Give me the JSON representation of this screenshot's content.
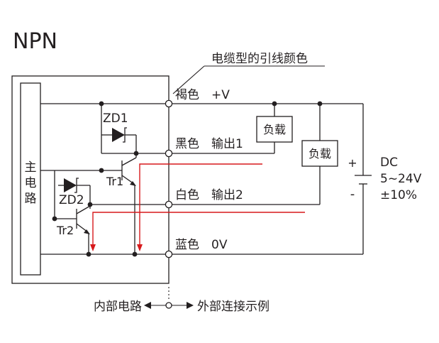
{
  "title": "NPN",
  "cable_label": "电缆型的引线颜色",
  "main_circuit_label": [
    "主",
    "电",
    "路"
  ],
  "terminals": [
    {
      "color": "褐色",
      "signal": "+V"
    },
    {
      "color": "黑色",
      "signal": "输出1"
    },
    {
      "color": "白色",
      "signal": "输出2"
    },
    {
      "color": "蓝色",
      "signal": "0V"
    }
  ],
  "zener_labels": [
    "ZD1",
    "ZD2"
  ],
  "transistor_labels": [
    "Tr1",
    "Tr2"
  ],
  "loads": [
    "负载",
    "负载"
  ],
  "supply": {
    "plus": "+",
    "minus": "-",
    "type": "DC",
    "voltage": "5~24V",
    "tolerance": "±10%"
  },
  "footer": {
    "internal": "内部电路",
    "external": "外部连接示例"
  },
  "colors": {
    "line": "#231f20",
    "current_arrow": "#d7191c"
  }
}
